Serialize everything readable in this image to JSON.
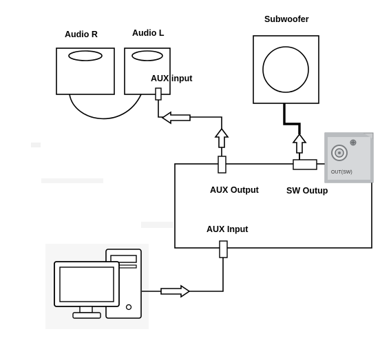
{
  "labels": {
    "audio_r": "Audio R",
    "audio_l": "Audio  L",
    "aux_input_speaker": "AUX input",
    "subwoofer": "Subwoofer",
    "aux_output": "AUX Output",
    "sw_outup": "SW Outup",
    "aux_input_main": "AUX Input",
    "jack_marking": "OUT(SW)"
  }
}
